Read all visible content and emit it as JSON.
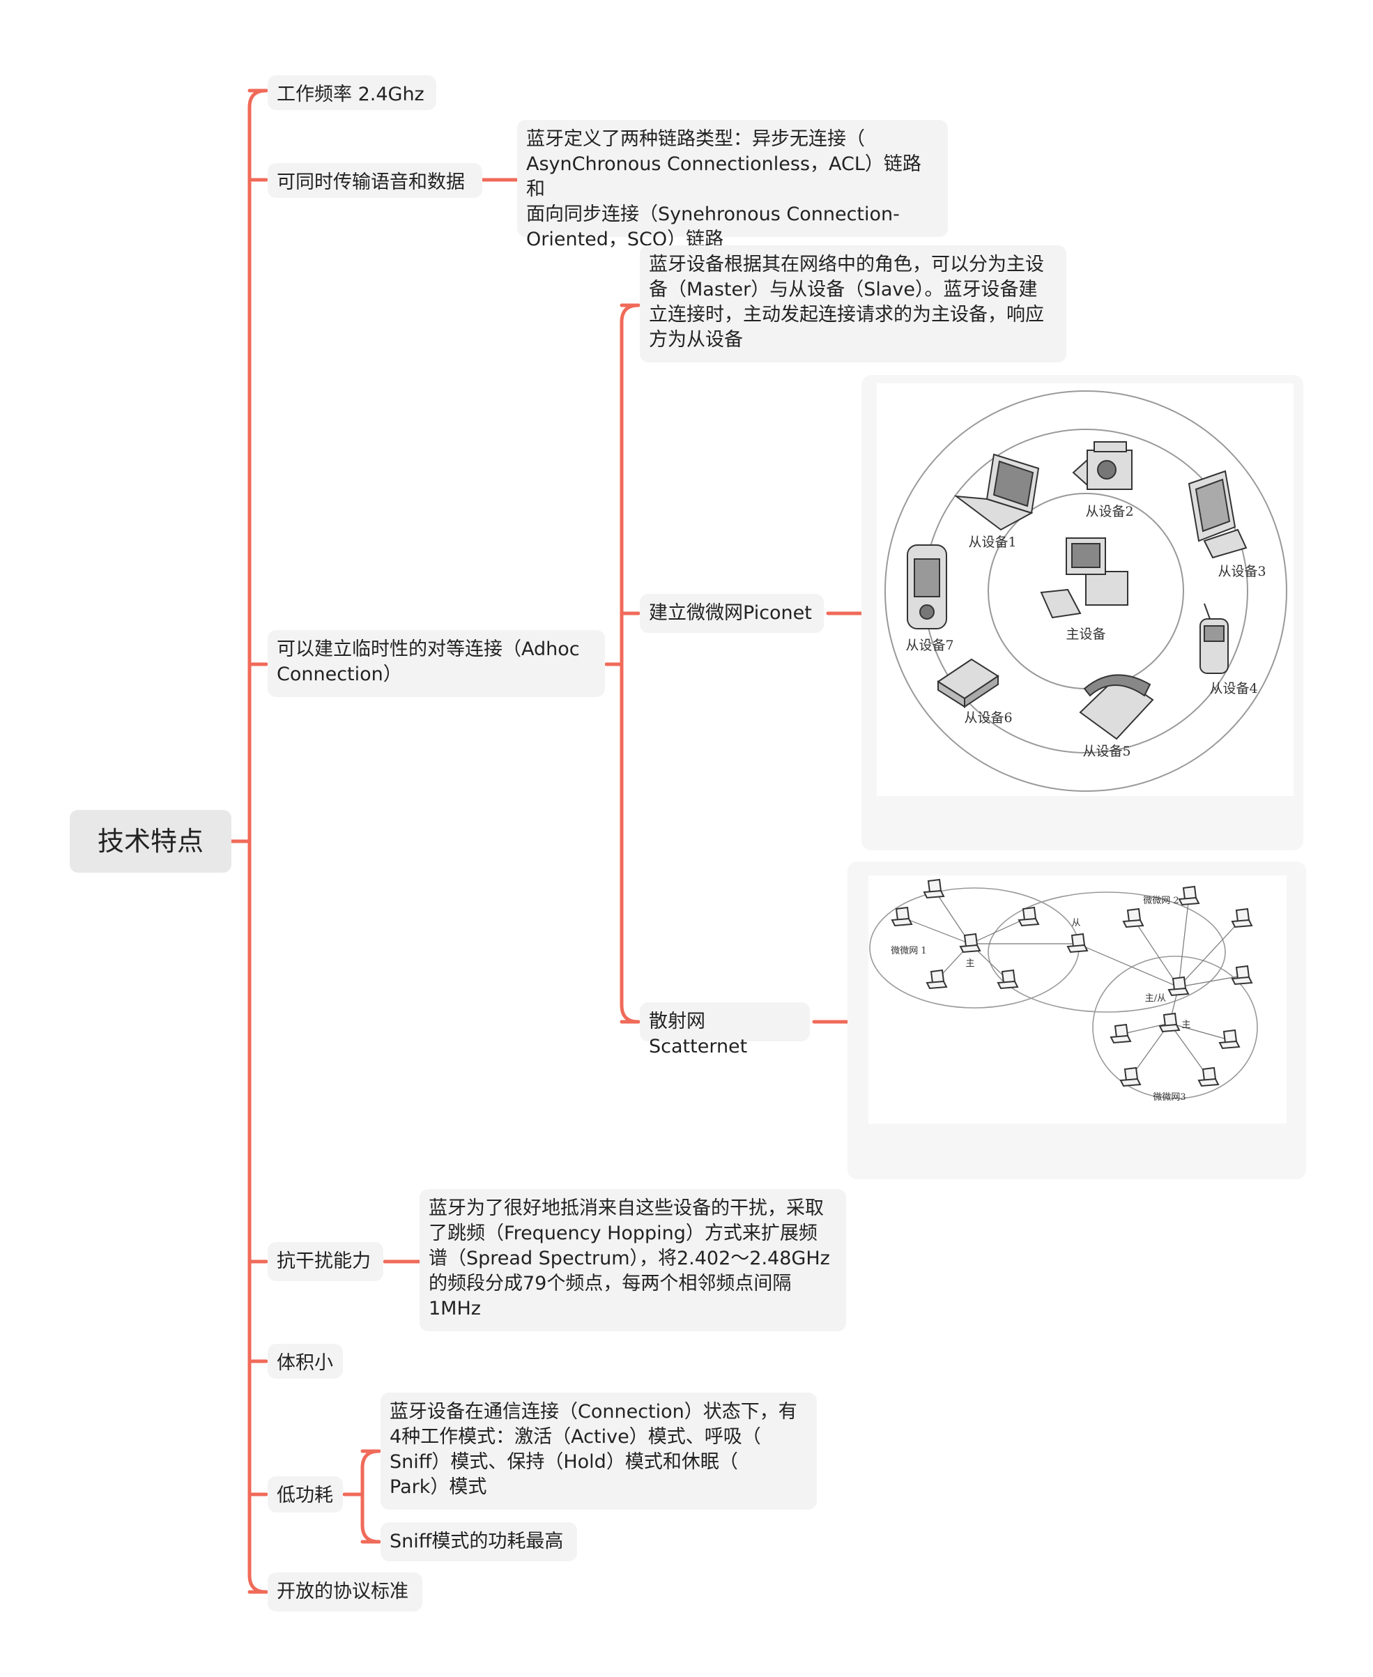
{
  "root": {
    "label": "技术特点"
  },
  "branches": {
    "freq": {
      "label": "工作频率 2.4Ghz"
    },
    "voice": {
      "label": "可同时传输语音和数据",
      "detail": "蓝牙定义了两种链路类型：异步无连接（\nAsynChronous Connectionless，ACL）链路和\n面向同步连接（Synehronous Connection-\nOriented，SCO）链路"
    },
    "adhoc": {
      "label": "可以建立临时性的对等连接（Adhoc\nConnection）",
      "roles": "蓝牙设备根据其在网络中的角色，可以分为主设\n备（Master）与从设备（Slave）。蓝牙设备建\n立连接时，主动发起连接请求的为主设备，响应\n方为从设备",
      "piconet": "建立微微网Piconet",
      "scatternet": "散射网Scatternet"
    },
    "interference": {
      "label": "抗干扰能力",
      "detail": "蓝牙为了很好地抵消来自这些设备的干扰，采取\n了跳频（Frequency Hopping）方式来扩展频\n谱（Spread Spectrum），将2.402～2.48GHz\n的频段分成79个频点，每两个相邻频点间隔\n1MHz"
    },
    "size": {
      "label": "体积小"
    },
    "power": {
      "label": "低功耗",
      "modes": "蓝牙设备在通信连接（Connection）状态下，有\n4种工作模式：激活（Active）模式、呼吸（\nSniff）模式、保持（Hold）模式和休眠（\nPark）模式",
      "sniff": "Sniff模式的功耗最高"
    },
    "open": {
      "label": "开放的协议标准"
    }
  },
  "piconet_figure": {
    "master": "主设备",
    "slaves": [
      "从设备1",
      "从设备2",
      "从设备3",
      "从设备4",
      "从设备5",
      "从设备6",
      "从设备7"
    ]
  },
  "scatternet_figure": {
    "net1": "微微网 1",
    "net2": "微微网 2",
    "net3": "微微网3",
    "master": "主",
    "slave": "从",
    "master_slave": "主/从"
  },
  "colors": {
    "branch": "#f06a59",
    "node_bg": "#f3f3f3",
    "root_bg": "#e8e8e8"
  }
}
